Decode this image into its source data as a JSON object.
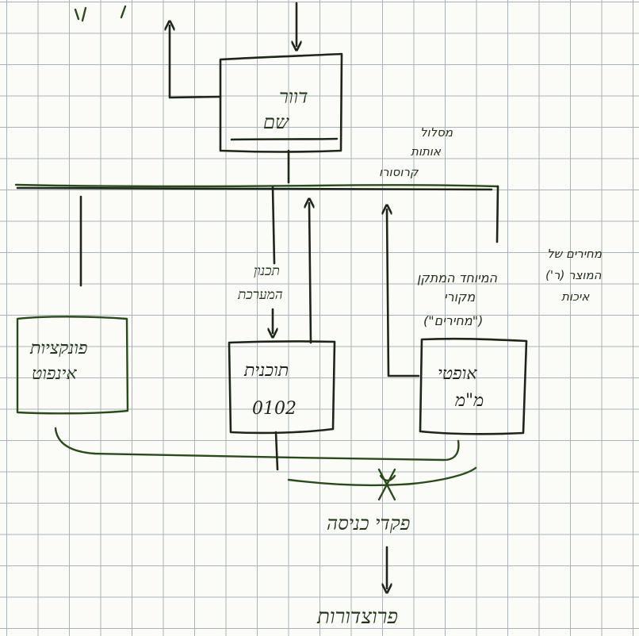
{
  "boxes": {
    "top": {
      "line1": "דוור",
      "line2": "שם"
    },
    "left": {
      "line1": "פונקציות",
      "line2": "אינפוט"
    },
    "middle": {
      "line1": "תוכנית",
      "line2": "0102"
    },
    "right": {
      "line1": "אופטי",
      "line2": "מ\"מ"
    }
  },
  "labels": {
    "bus": {
      "line1": "מסלול",
      "line2": "אותות",
      "line3": "קרוסורו"
    },
    "middle_flow": {
      "line1": "תכנון",
      "line2": "המערכת"
    },
    "right_flow": {
      "line1": "המיוחד המתקן",
      "line2": "מקורי",
      "line3": "(\"מחירים\")"
    },
    "side_note": {
      "line1": "מחירים של",
      "line2": "המוצר (ר')",
      "line3": "איכות"
    },
    "junction": "פקדי כניסה",
    "output": "פרוצדורות"
  }
}
